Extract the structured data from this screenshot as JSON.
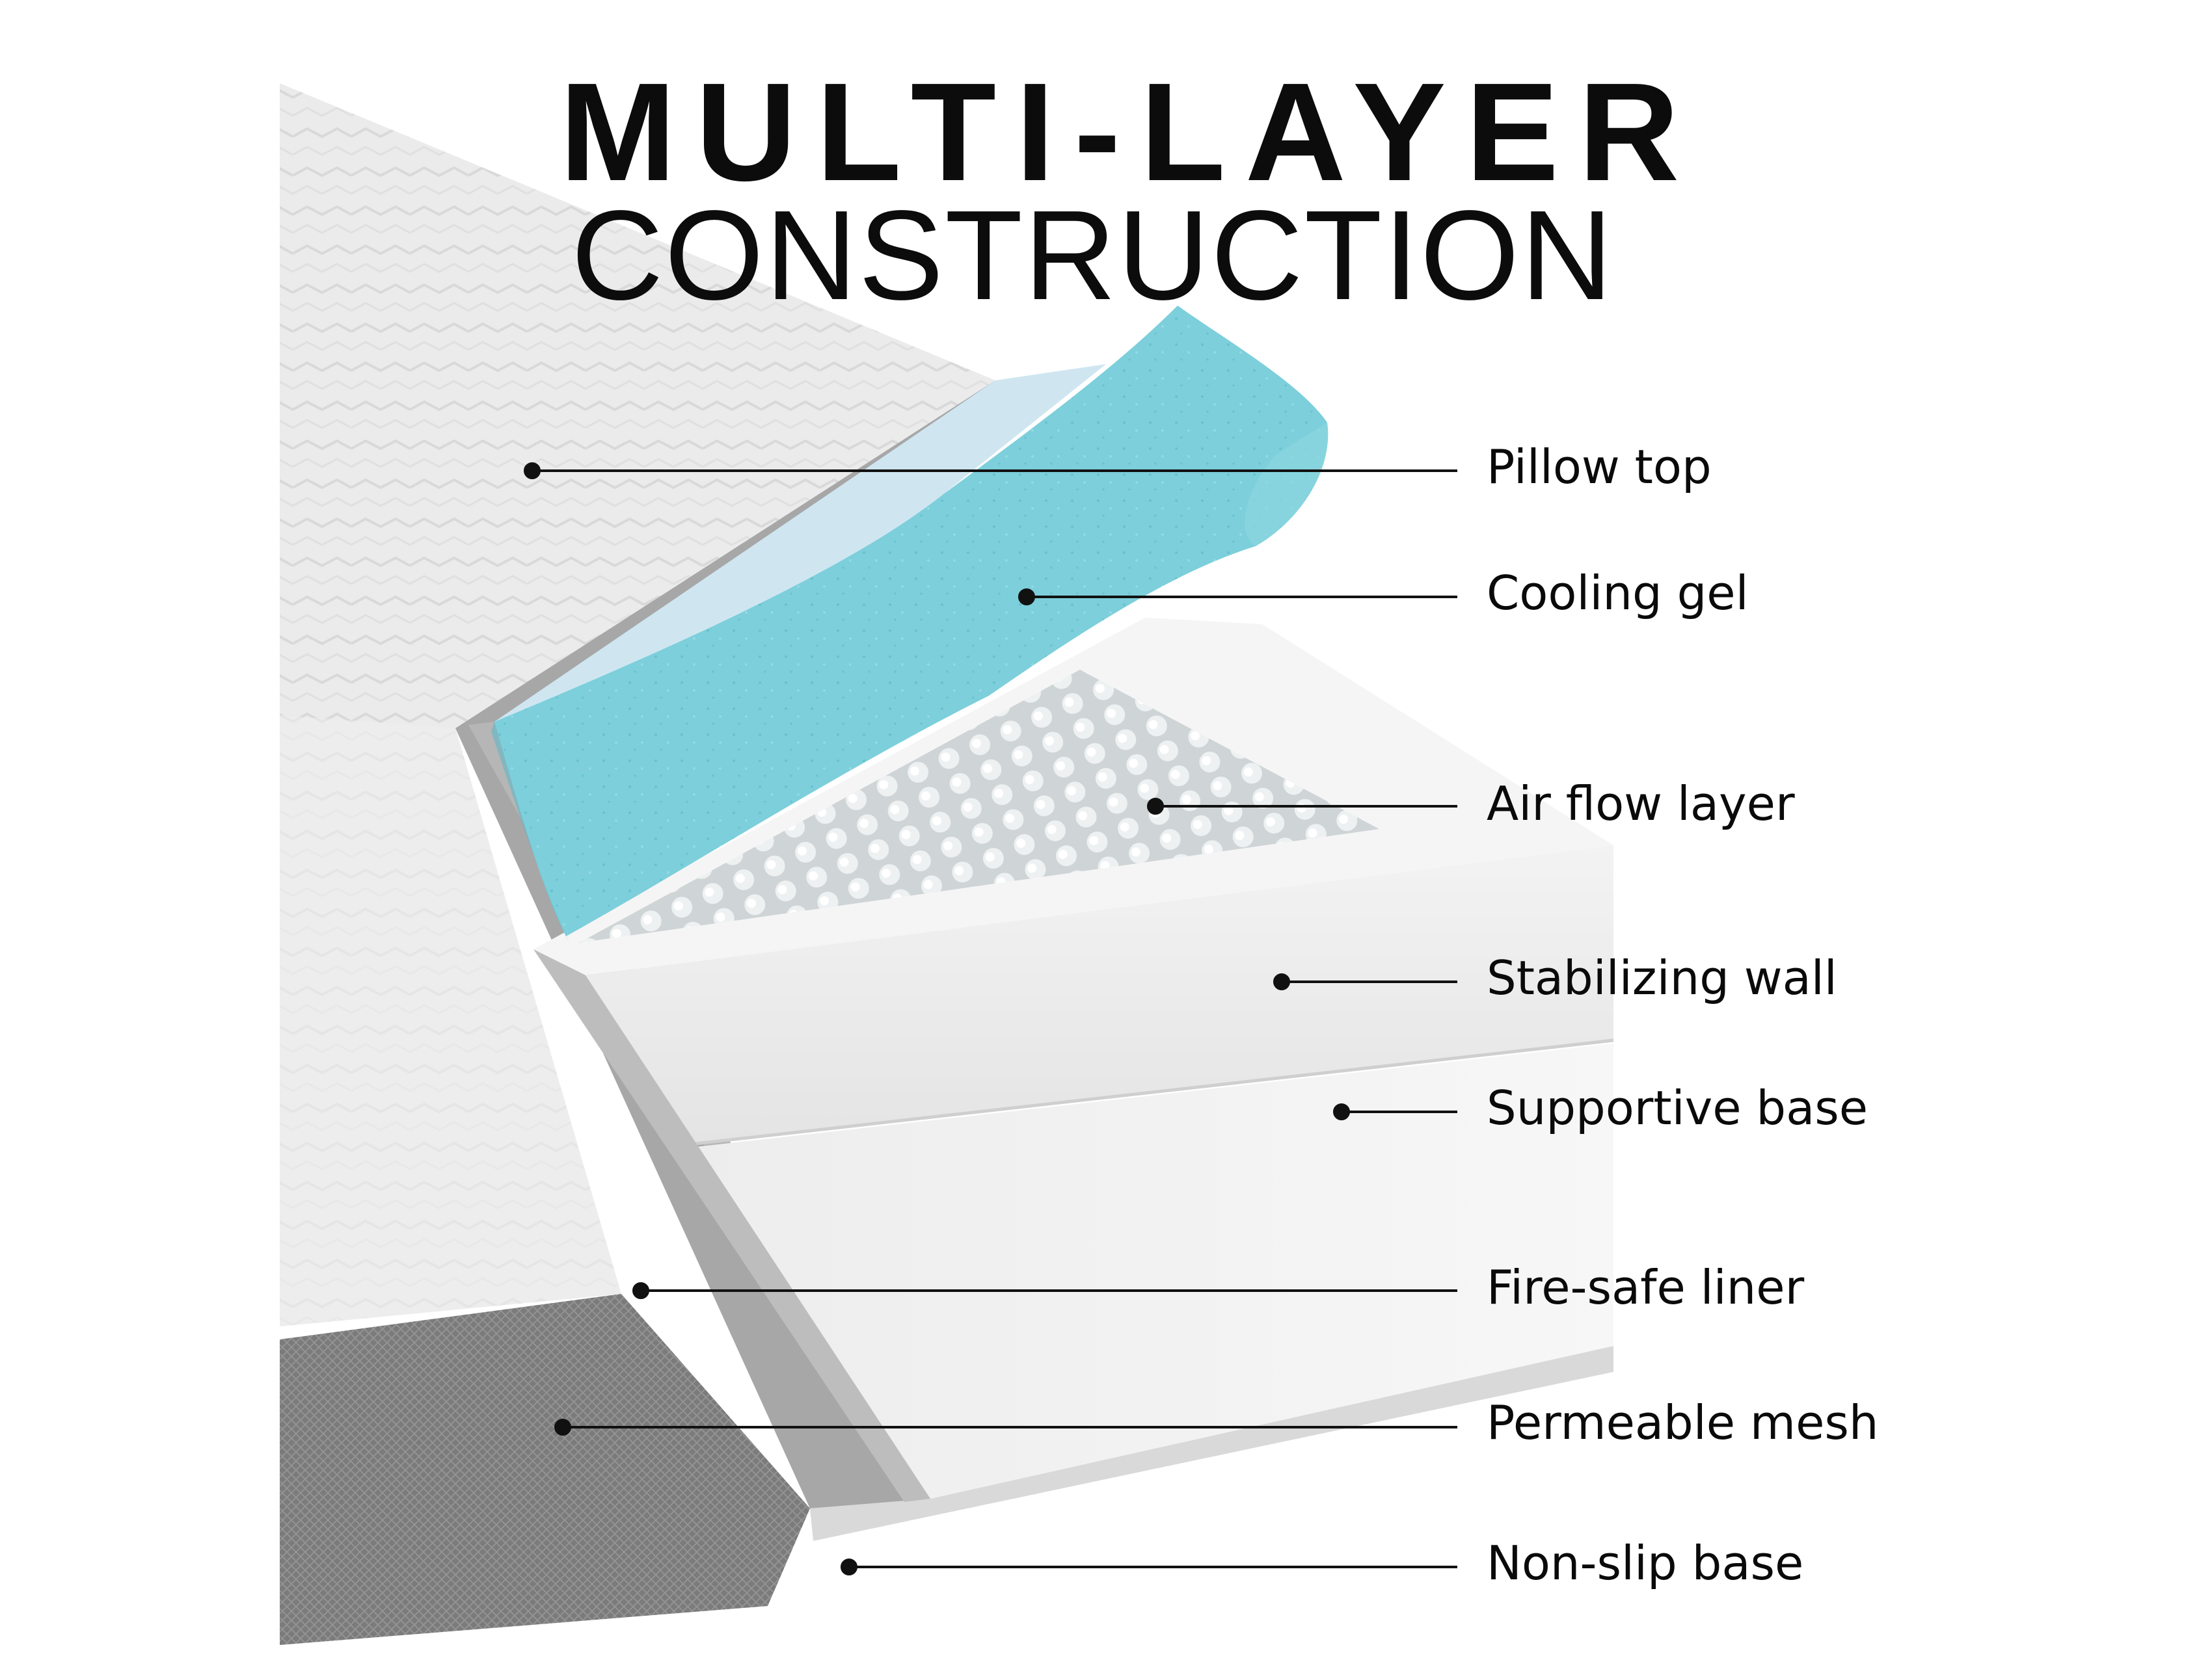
{
  "title": {
    "line1": "MULTI-LAYER",
    "line2": "CONSTRUCTION"
  },
  "layers": [
    {
      "id": "pillow-top",
      "label": "Pillow top"
    },
    {
      "id": "cooling-gel",
      "label": "Cooling gel"
    },
    {
      "id": "air-flow-layer",
      "label": "Air flow layer"
    },
    {
      "id": "stabilizing-wall",
      "label": "Stabilizing wall"
    },
    {
      "id": "supportive-base",
      "label": "Supportive base"
    },
    {
      "id": "fire-safe-liner",
      "label": "Fire-safe liner"
    },
    {
      "id": "permeable-mesh",
      "label": "Permeable mesh"
    },
    {
      "id": "non-slip-base",
      "label": "Non-slip base"
    }
  ],
  "colors": {
    "cooling_gel": "#7fd0dc",
    "liner_gray": "#a6a6a6",
    "mesh_gray": "#7d7d7d",
    "quilt_light": "#ececec",
    "text": "#0a0a0a"
  }
}
